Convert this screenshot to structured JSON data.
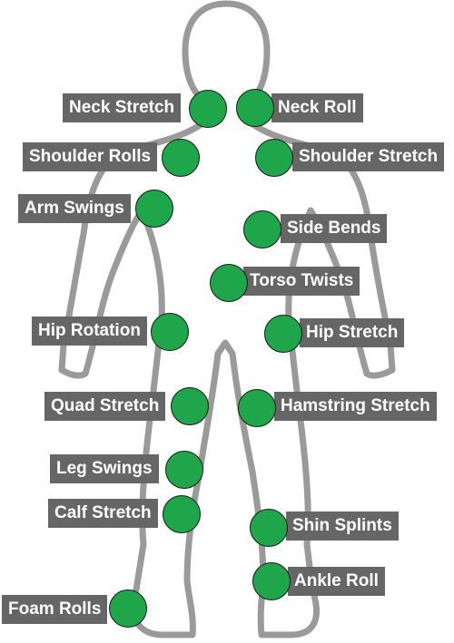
{
  "colors": {
    "label_bg": "#666666",
    "label_text": "#ffffff",
    "dot_fill": "#1fa64a",
    "dot_stroke": "#1a1a1a",
    "body_fill": "#ffffff",
    "body_outline": "#9a9a9a"
  },
  "stretches": [
    {
      "name": "Neck Stretch"
    },
    {
      "name": "Neck Roll"
    },
    {
      "name": "Shoulder Rolls"
    },
    {
      "name": "Shoulder Stretch"
    },
    {
      "name": "Arm Swings"
    },
    {
      "name": "Side Bends"
    },
    {
      "name": "Torso Twists"
    },
    {
      "name": "Hip Rotation"
    },
    {
      "name": "Hip Stretch"
    },
    {
      "name": "Quad Stretch"
    },
    {
      "name": "Hamstring Stretch"
    },
    {
      "name": "Leg Swings"
    },
    {
      "name": "Calf Stretch"
    },
    {
      "name": "Shin Splints"
    },
    {
      "name": "Ankle Roll"
    },
    {
      "name": "Foam Rolls"
    }
  ]
}
